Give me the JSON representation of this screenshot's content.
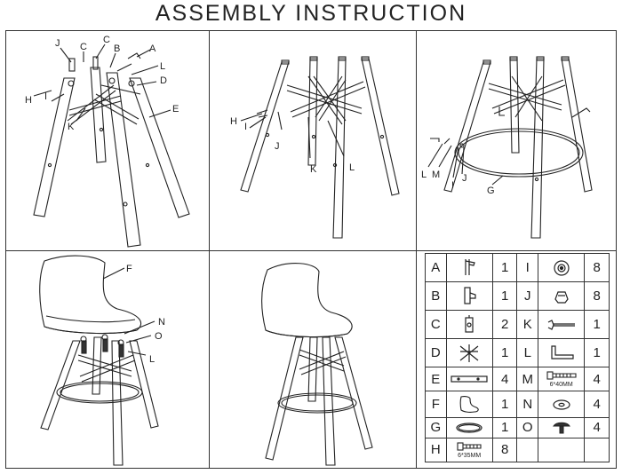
{
  "title": "ASSEMBLY INSTRUCTION",
  "step1": {
    "labels": [
      "J",
      "C",
      "C",
      "B",
      "A",
      "L",
      "H",
      "I",
      "D",
      "K",
      "E"
    ]
  },
  "step2": {
    "labels": [
      "H",
      "I",
      "J",
      "K",
      "L"
    ]
  },
  "step3": {
    "labels": [
      "L",
      "M",
      "I",
      "J",
      "G"
    ]
  },
  "step4": {
    "labels": [
      "F",
      "N",
      "O",
      "L"
    ]
  },
  "parts": {
    "rows": [
      {
        "l1": "A",
        "q1": "1",
        "l2": "I",
        "q2": "8"
      },
      {
        "l1": "B",
        "q1": "1",
        "l2": "J",
        "q2": "8"
      },
      {
        "l1": "C",
        "q1": "2",
        "l2": "K",
        "q2": "1"
      },
      {
        "l1": "D",
        "q1": "1",
        "l2": "L",
        "q2": "1"
      },
      {
        "l1": "E",
        "q1": "4",
        "l2": "M",
        "q2": "4",
        "cap2": "6*40MM"
      },
      {
        "l1": "F",
        "q1": "1",
        "l2": "N",
        "q2": "4"
      },
      {
        "l1": "G",
        "q1": "1",
        "l2": "O",
        "q2": "4"
      },
      {
        "l1": "H",
        "q1": "8",
        "cap1": "6*35MM"
      }
    ]
  }
}
